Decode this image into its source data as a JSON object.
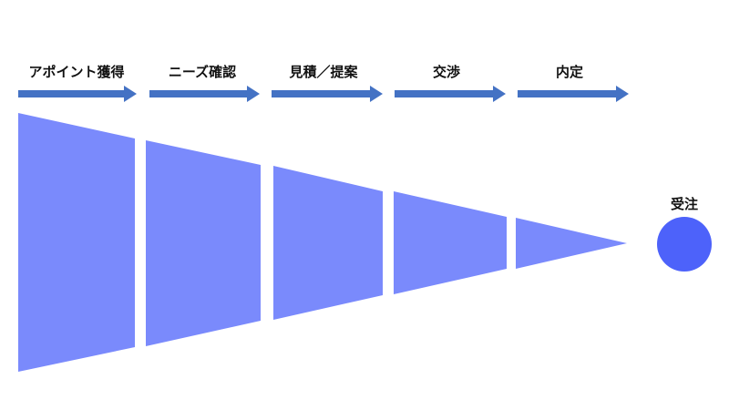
{
  "stages": [
    {
      "label": "アポイント獲得"
    },
    {
      "label": "ニーズ確認"
    },
    {
      "label": "見積／提案"
    },
    {
      "label": "交渉"
    },
    {
      "label": "内定"
    }
  ],
  "goal": {
    "label": "受注"
  },
  "colors": {
    "arrow": "#4472c4",
    "funnel": "#7a8afc",
    "goal": "#4d62fa",
    "text": "#111111"
  }
}
